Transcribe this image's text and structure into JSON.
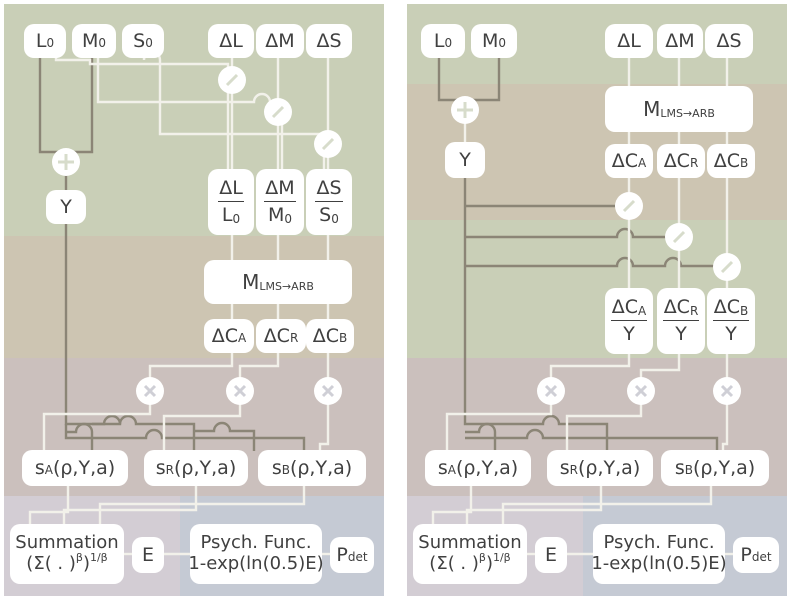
{
  "colors": {
    "band_top": "#c9cfb7",
    "band_mid": "#cdc5b2",
    "band_low": "#cbc0bd",
    "band_bottom_left": "#d3cdd4",
    "band_bottom_right": "#c5cad4",
    "box_fill": "#ffffff",
    "wire_light": "#f2f1ea",
    "wire_dark": "#8b8576",
    "node_fill": "#ffffff",
    "node_symbol": "#d7dccb"
  },
  "left_panel": {
    "inputs": [
      {
        "base": "L",
        "sub": "0"
      },
      {
        "base": "M",
        "sub": "0"
      },
      {
        "base": "S",
        "sub": "0"
      }
    ],
    "deltas": [
      "ΔL",
      "ΔM",
      "ΔS"
    ],
    "luminance": "Y",
    "ratios": [
      {
        "num": "ΔL",
        "den_base": "L",
        "den_sub": "0"
      },
      {
        "num": "ΔM",
        "den_base": "M",
        "den_sub": "0"
      },
      {
        "num": "ΔS",
        "den_base": "S",
        "den_sub": "0"
      }
    ],
    "matrix": {
      "base": "M",
      "sub": "LMS→ARB"
    },
    "contrasts": [
      {
        "base": "ΔC",
        "sub": "A"
      },
      {
        "base": "ΔC",
        "sub": "R"
      },
      {
        "base": "ΔC",
        "sub": "B"
      }
    ],
    "sensitivities": [
      {
        "base": "s",
        "sub": "A",
        "args": "(ρ,Y,a)"
      },
      {
        "base": "s",
        "sub": "R",
        "args": "(ρ,Y,a)"
      },
      {
        "base": "s",
        "sub": "B",
        "args": "(ρ,Y,a)"
      }
    ],
    "summation": {
      "line1": "Summation",
      "line2_a": "(Σ( . )",
      "line2_sup1": "β",
      "line2_b": ")",
      "line2_sup2": "1/β"
    },
    "energy": "E",
    "psych": {
      "line1": "Psych. Func.",
      "line2": "1-exp(ln(0.5)E)"
    },
    "pdet": {
      "base": "P",
      "sub": "det"
    }
  },
  "right_panel": {
    "inputs": [
      {
        "base": "L",
        "sub": "0"
      },
      {
        "base": "M",
        "sub": "0"
      }
    ],
    "deltas": [
      "ΔL",
      "ΔM",
      "ΔS"
    ],
    "luminance": "Y",
    "matrix": {
      "base": "M",
      "sub": "LMS→ARB"
    },
    "contrasts": [
      {
        "base": "ΔC",
        "sub": "A"
      },
      {
        "base": "ΔC",
        "sub": "R"
      },
      {
        "base": "ΔC",
        "sub": "B"
      }
    ],
    "ratios": [
      {
        "num_base": "ΔC",
        "num_sub": "A",
        "den": "Y"
      },
      {
        "num_base": "ΔC",
        "num_sub": "R",
        "den": "Y"
      },
      {
        "num_base": "ΔC",
        "num_sub": "B",
        "den": "Y"
      }
    ],
    "sensitivities": [
      {
        "base": "s",
        "sub": "A",
        "args": "(ρ,Y,a)"
      },
      {
        "base": "s",
        "sub": "R",
        "args": "(ρ,Y,a)"
      },
      {
        "base": "s",
        "sub": "B",
        "args": "(ρ,Y,a)"
      }
    ],
    "summation": {
      "line1": "Summation",
      "line2_a": "(Σ( . )",
      "line2_sup1": "β",
      "line2_b": ")",
      "line2_sup2": "1/β"
    },
    "energy": "E",
    "psych": {
      "line1": "Psych. Func.",
      "line2": "1-exp(ln(0.5)E)"
    },
    "pdet": {
      "base": "P",
      "sub": "det"
    }
  }
}
